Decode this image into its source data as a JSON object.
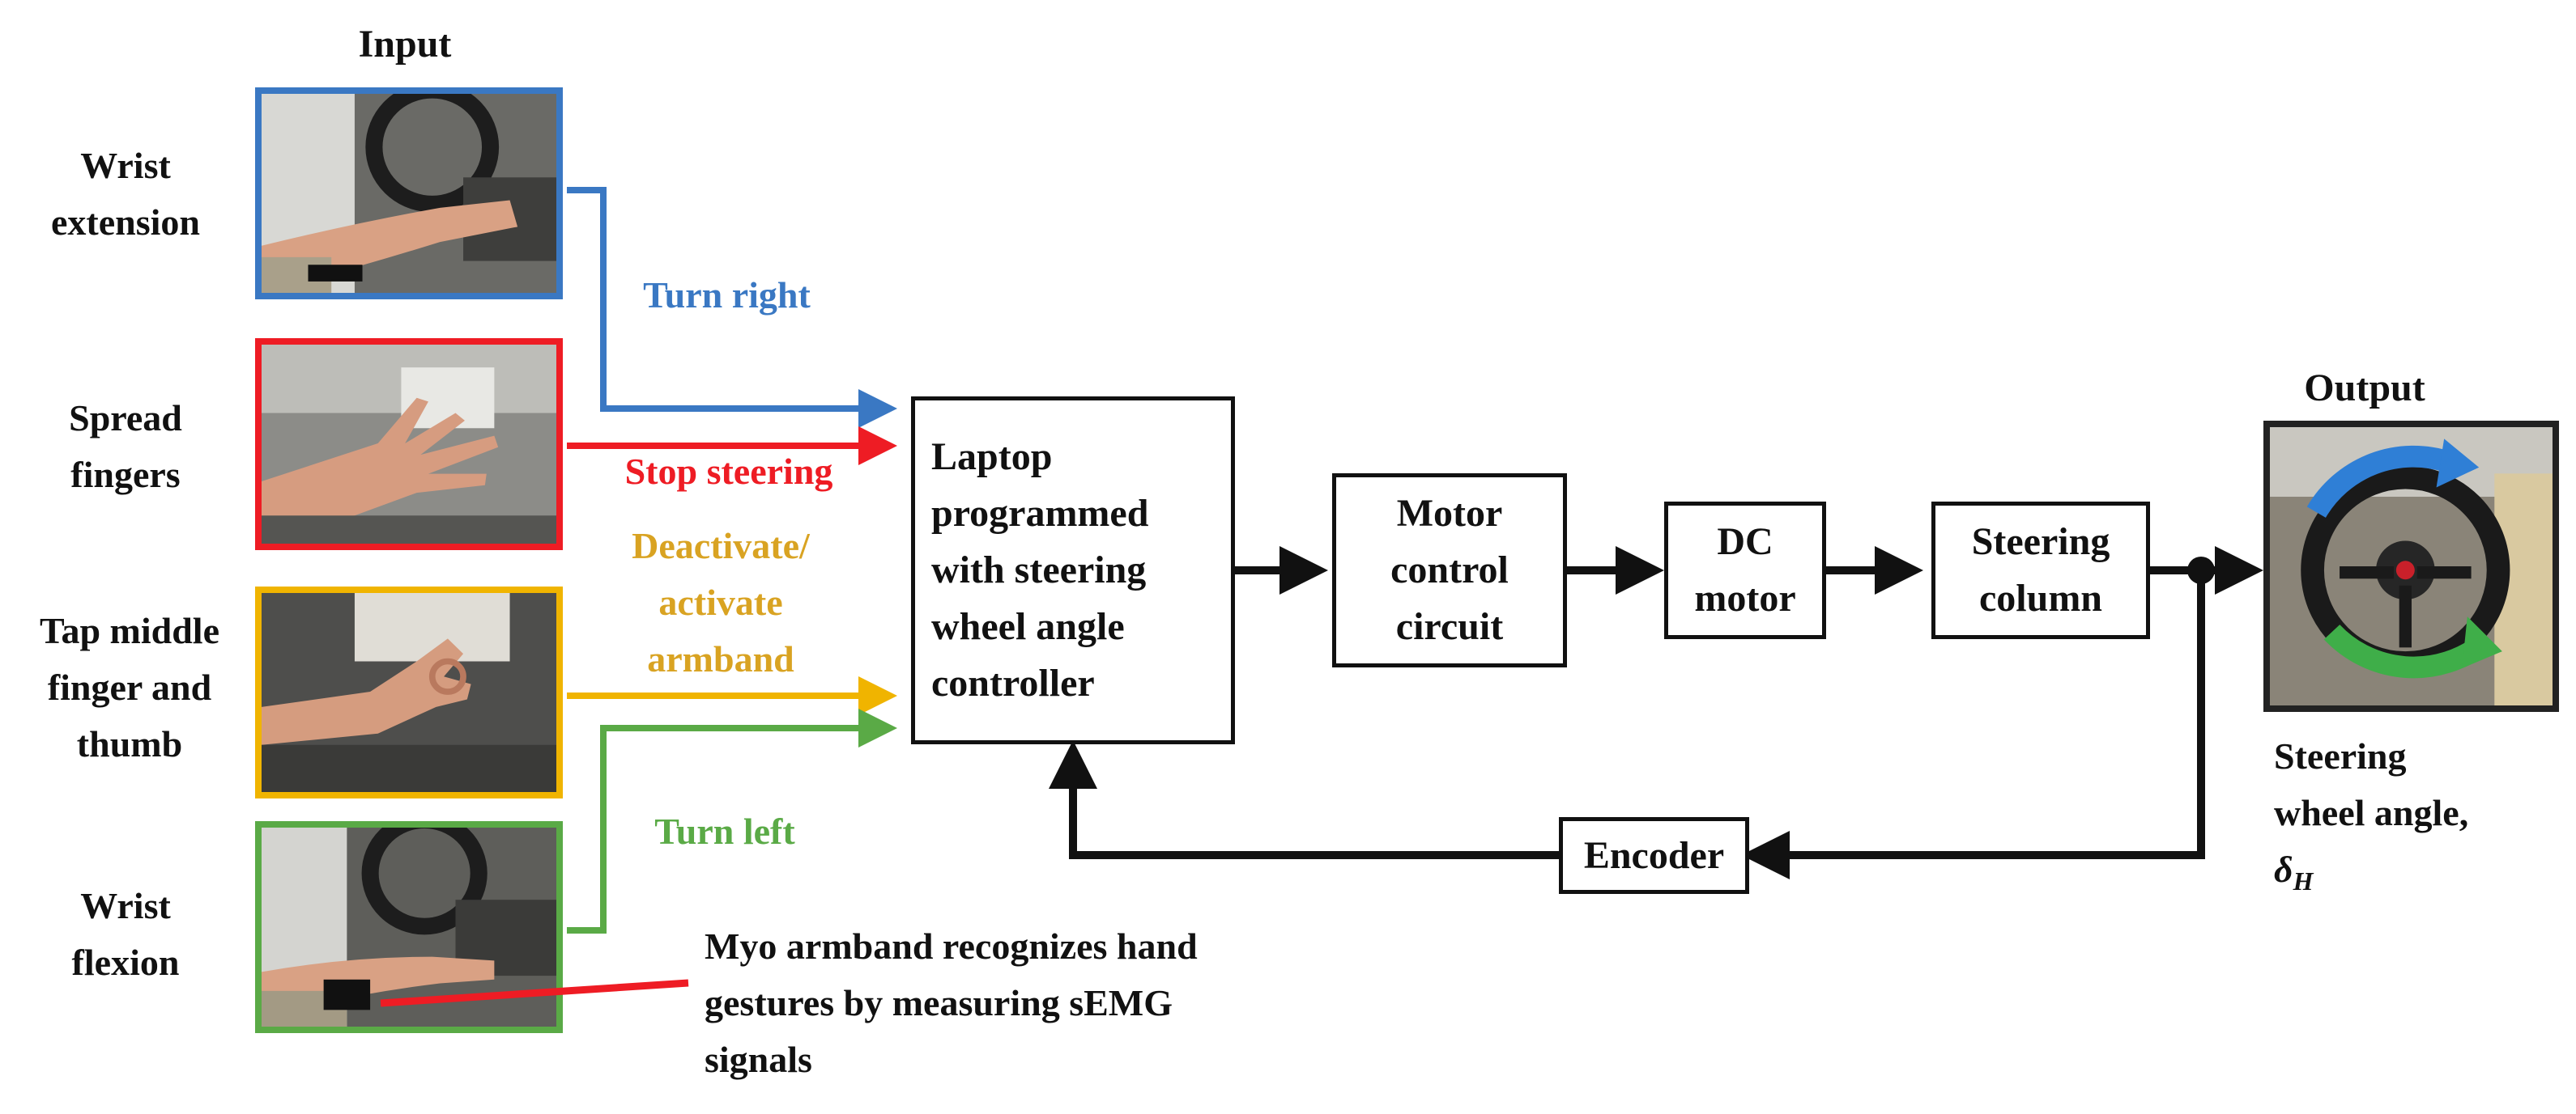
{
  "headings": {
    "input": "Input",
    "output": "Output"
  },
  "gestures": [
    {
      "lines": [
        "Wrist",
        "extension"
      ],
      "command": "Turn right",
      "color": "#3a78c3"
    },
    {
      "lines": [
        "Spread",
        "fingers"
      ],
      "command": "Stop steering",
      "color": "#ee1c24"
    },
    {
      "lines": [
        "Tap middle",
        "finger and",
        "thumb"
      ],
      "command_lines": [
        "Deactivate/",
        "activate",
        "armband"
      ],
      "color": "#f0b400"
    },
    {
      "lines": [
        "Wrist",
        "flexion"
      ],
      "command": "Turn left",
      "color": "#5aaa46"
    }
  ],
  "blocks": {
    "controller": [
      "Laptop",
      "programmed",
      "with steering",
      "wheel angle",
      "controller"
    ],
    "motor_circuit": [
      "Motor",
      "control",
      "circuit"
    ],
    "dc_motor": [
      "DC",
      "motor"
    ],
    "steering_column": [
      "Steering",
      "column"
    ],
    "encoder": [
      "Encoder"
    ]
  },
  "output_label": [
    "Steering",
    "wheel angle,"
  ],
  "output_symbol": {
    "main": "δ",
    "sub": "H"
  },
  "armband_note": [
    "Myo armband recognizes hand",
    "gestures by measuring sEMG",
    "signals"
  ]
}
